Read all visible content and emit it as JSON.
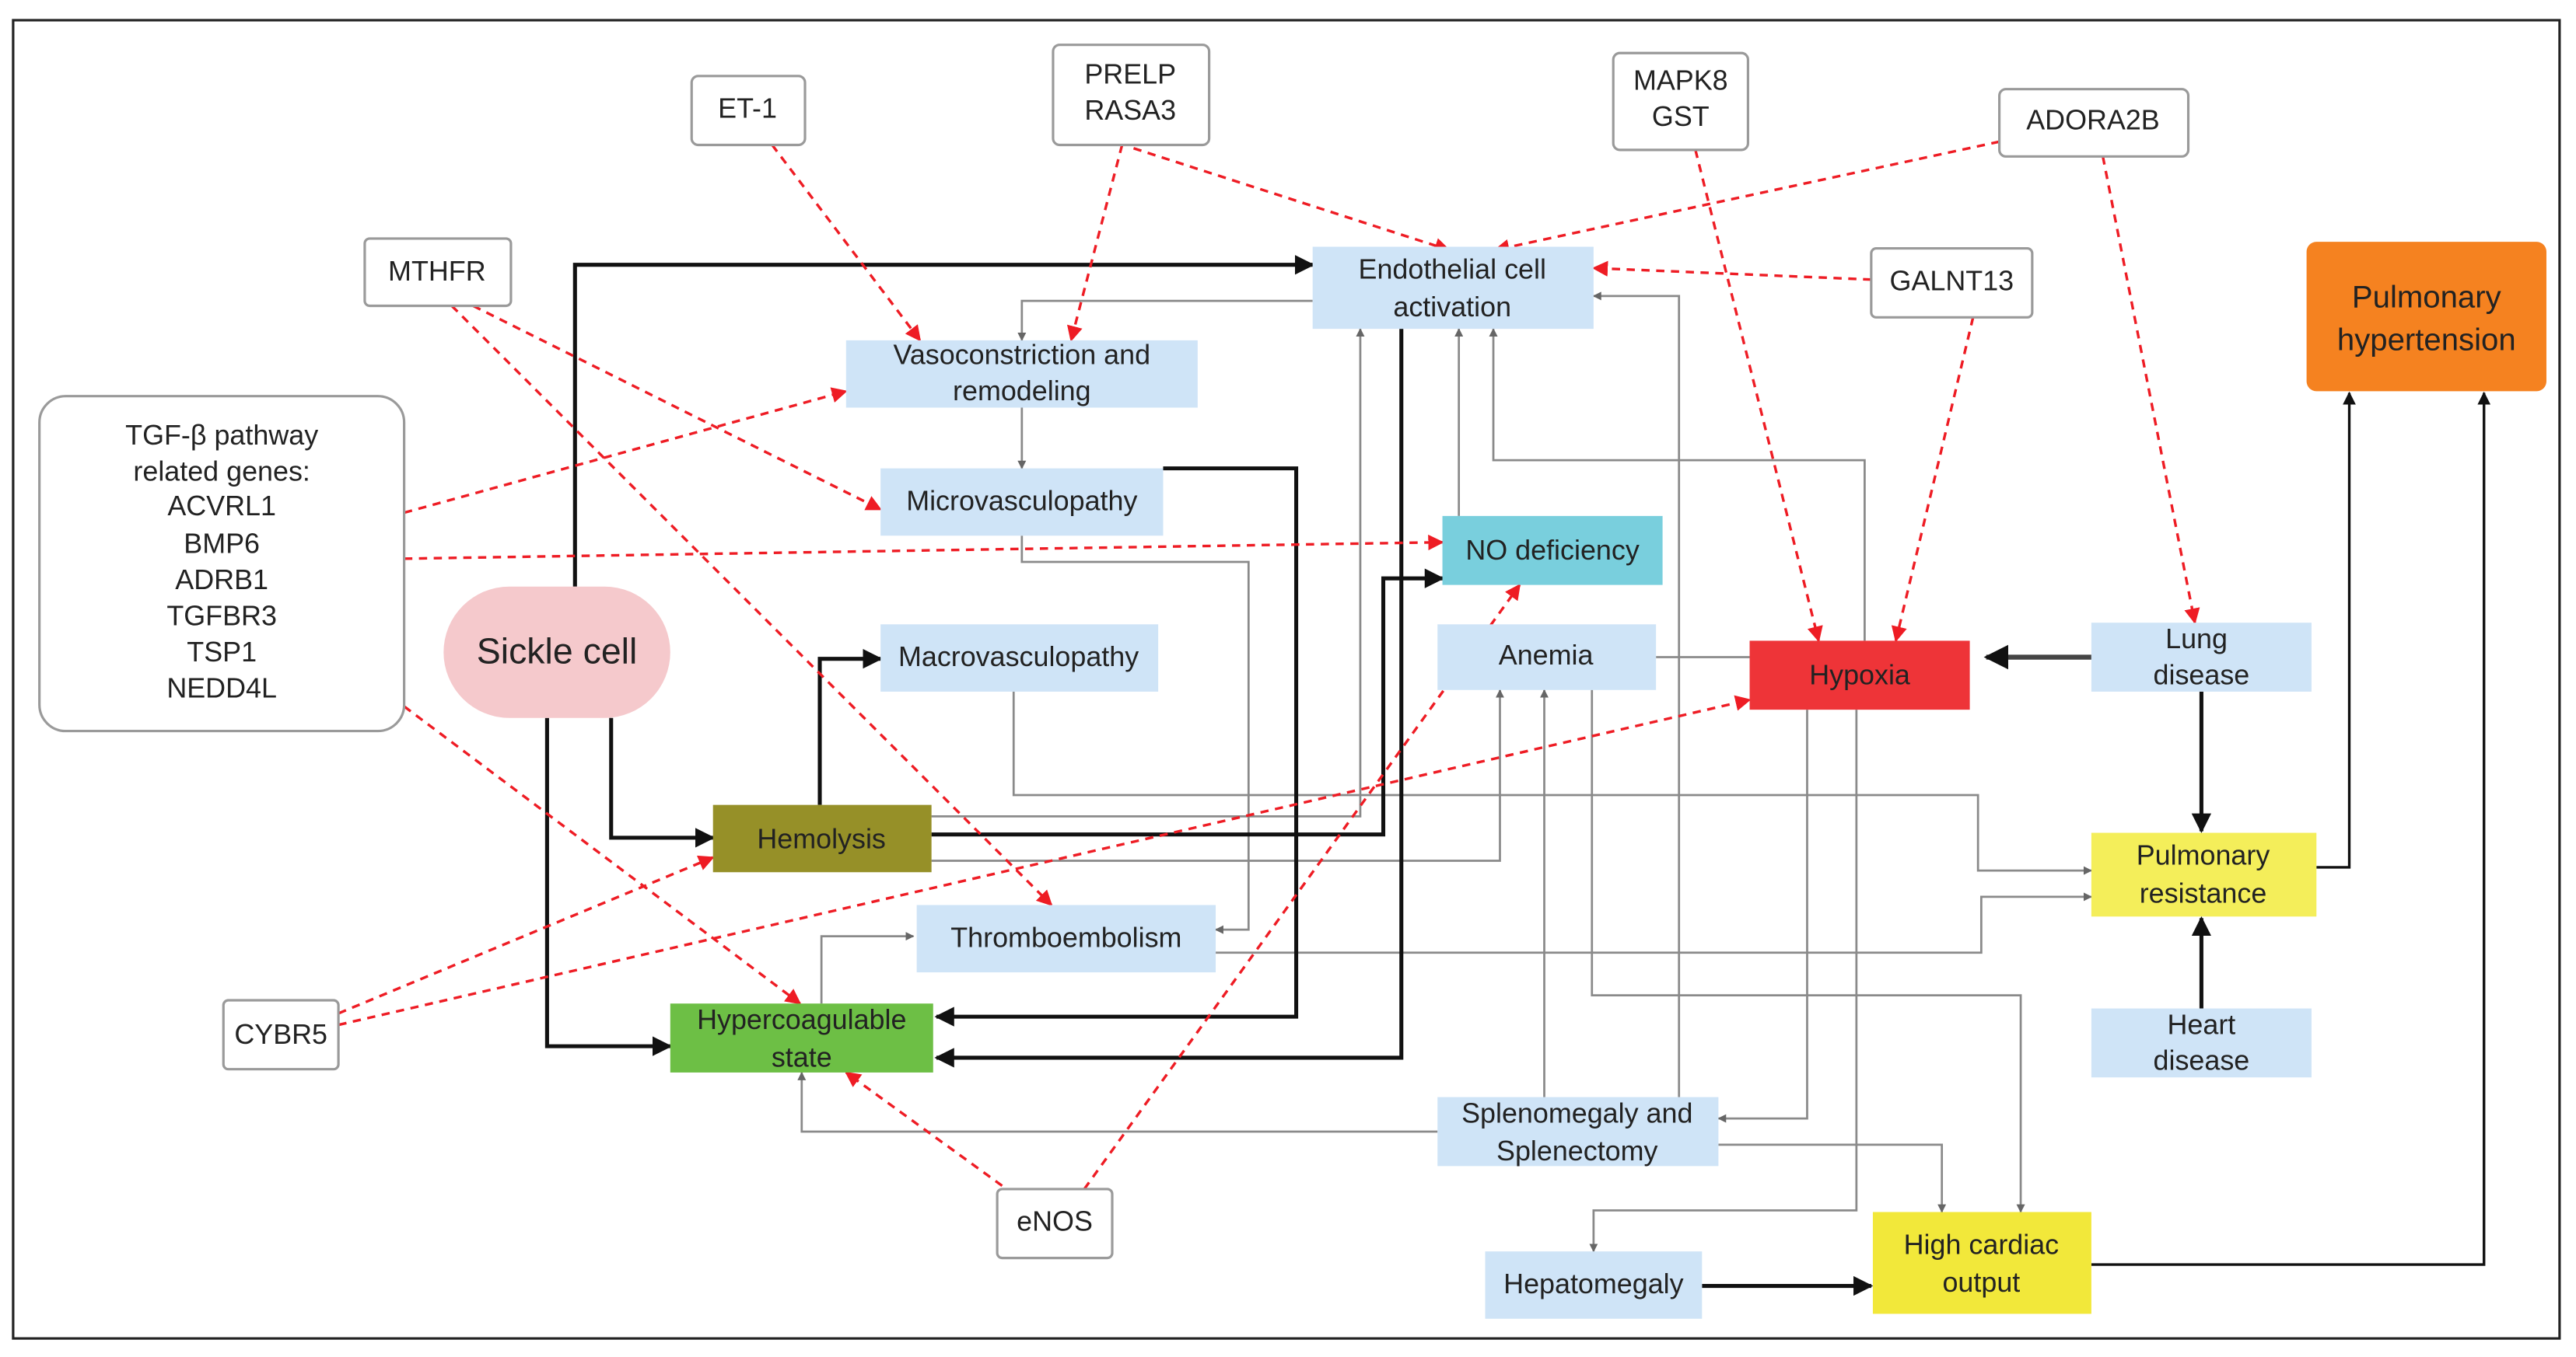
{
  "colors": {
    "process_box": "#cfe4f7",
    "no_deficiency": "#79cfdd",
    "sickle_cell": "#f5c9cc",
    "hypoxia": "#ee3438",
    "pulmonary_hypertension": "#f58220",
    "hemolysis": "#969028",
    "pulmonary_resistance": "#f4ee5a",
    "high_cardiac_output": "#f2e83a",
    "hypercoagulable": "#6dbf45",
    "gene_link": "#ee1c24"
  },
  "genes": {
    "et1": "ET-1",
    "prelp": [
      "PRELP",
      "RASA3"
    ],
    "mapk8": [
      "MAPK8",
      "GST"
    ],
    "adora2b": "ADORA2B",
    "mthfr": "MTHFR",
    "galnt13": "GALNT13",
    "tgf": [
      "TGF-β pathway",
      "related genes:",
      "ACVRL1",
      "BMP6",
      "ADRB1",
      "TGFBR3",
      "TSP1",
      "NEDD4L"
    ],
    "cybr5": "CYBR5",
    "enos": "eNOS"
  },
  "nodes": {
    "endothelial": [
      "Endothelial cell",
      "activation"
    ],
    "vasoconstriction": [
      "Vasoconstriction and",
      "remodeling"
    ],
    "microvasculopathy": "Microvasculopathy",
    "no_deficiency": "NO deficiency",
    "sickle_cell": "Sickle cell",
    "macrovasculopathy": "Macrovasculopathy",
    "anemia": "Anemia",
    "hypoxia": "Hypoxia",
    "lung_disease": [
      "Lung",
      "disease"
    ],
    "pulmonary_hypertension": [
      "Pulmonary",
      "hypertension"
    ],
    "hemolysis": "Hemolysis",
    "pulmonary_resistance": [
      "Pulmonary",
      "resistance"
    ],
    "thromboembolism": "Thromboembolism",
    "hypercoagulable": [
      "Hypercoagulable",
      "state"
    ],
    "heart_disease": [
      "Heart",
      "disease"
    ],
    "splenomegaly": [
      "Splenomegaly and",
      "Splenectomy"
    ],
    "hepatomegaly": "Hepatomegaly",
    "high_cardiac_output": [
      "High cardiac",
      "output"
    ]
  }
}
